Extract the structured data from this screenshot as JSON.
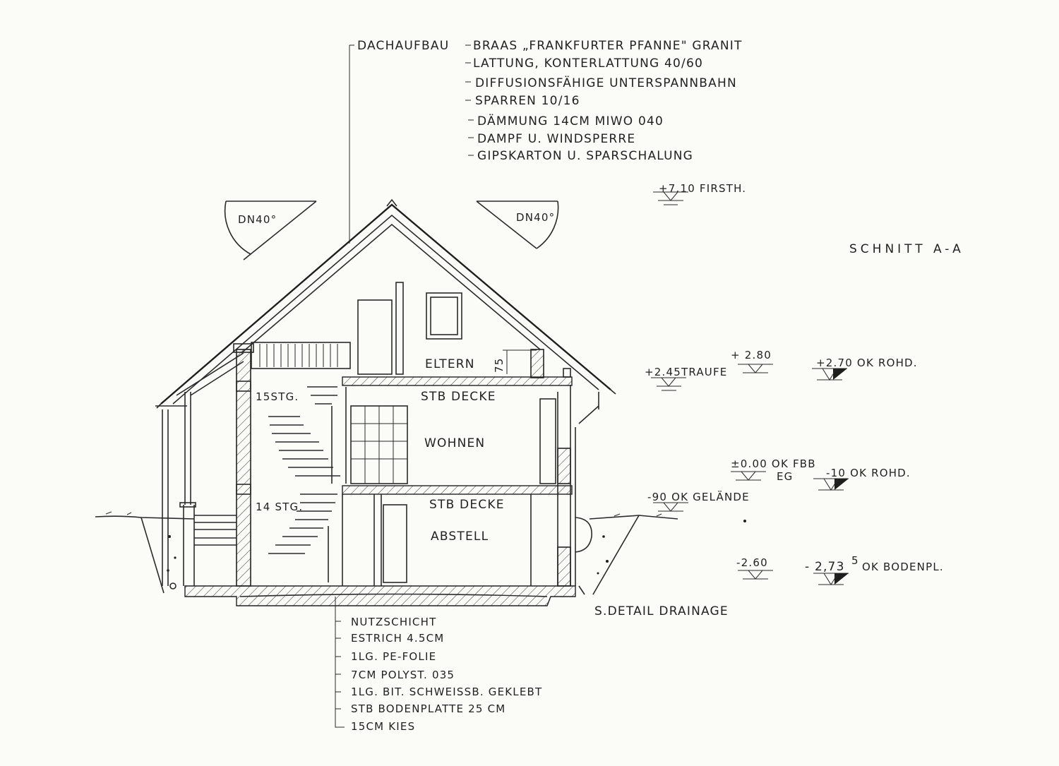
{
  "title": "SCHNITT  A-A",
  "roof_pitch_left": "DN40°",
  "roof_pitch_right": "DN40°",
  "roof_build_up": {
    "lead": "DACHAUFBAU",
    "layers": [
      "BRAAS „FRANKFURTER PFANNE\" GRANIT",
      "LATTUNG, KONTERLATTUNG  40/60",
      "DIFFUSIONSFÄHIGE  UNTERSPANNBAHN",
      "SPARREN  10/16",
      "DÄMMUNG  14CM MIWO  040",
      "DAMPF U. WINDSPERRE",
      "GIPSKARTON  U. SPARSCHALUNG"
    ]
  },
  "floor_build_up": [
    "NUTZSCHICHT",
    "ESTRICH  4.5CM",
    "1LG. PE-FOLIE",
    "7CM POLYST.  035",
    "1LG.  BIT. SCHWEISSB. GEKLEBT",
    "STB BODENPLATTE  25 CM",
    "15CM  KIES"
  ],
  "rooms": {
    "eltern": "ELTERN",
    "stb_decke_upper": "STB DECKE",
    "wohnen": "WOHNEN",
    "stb_decke_lower": "STB DECKE",
    "abstell": "ABSTELL"
  },
  "stairs": {
    "upper": "15STG.",
    "lower": "14 STG."
  },
  "dim_75": "75",
  "levels": {
    "firsth": "+7.10 FIRSTH.",
    "traufe": "+2.45TRAUFE",
    "plus_280": "+ 2.80",
    "ok_rohd_upper": "+2.70 OK ROHD.",
    "ok_fbb": "±0.00 OK FBB",
    "eg": "EG",
    "ok_rohd_lower": "-10 OK ROHD.",
    "ok_gelaende": "-90 OK GELÄNDE",
    "minus_260": "-2.60",
    "ok_bodenpl": "- 2,73",
    "ok_bodenpl_sup": "5",
    "ok_bodenpl_label": "OK BODENPL."
  },
  "drainage_note": "S.DETAIL DRAINAGE",
  "colors": {
    "ink": "#222222",
    "paper": "#fbfbf8"
  }
}
